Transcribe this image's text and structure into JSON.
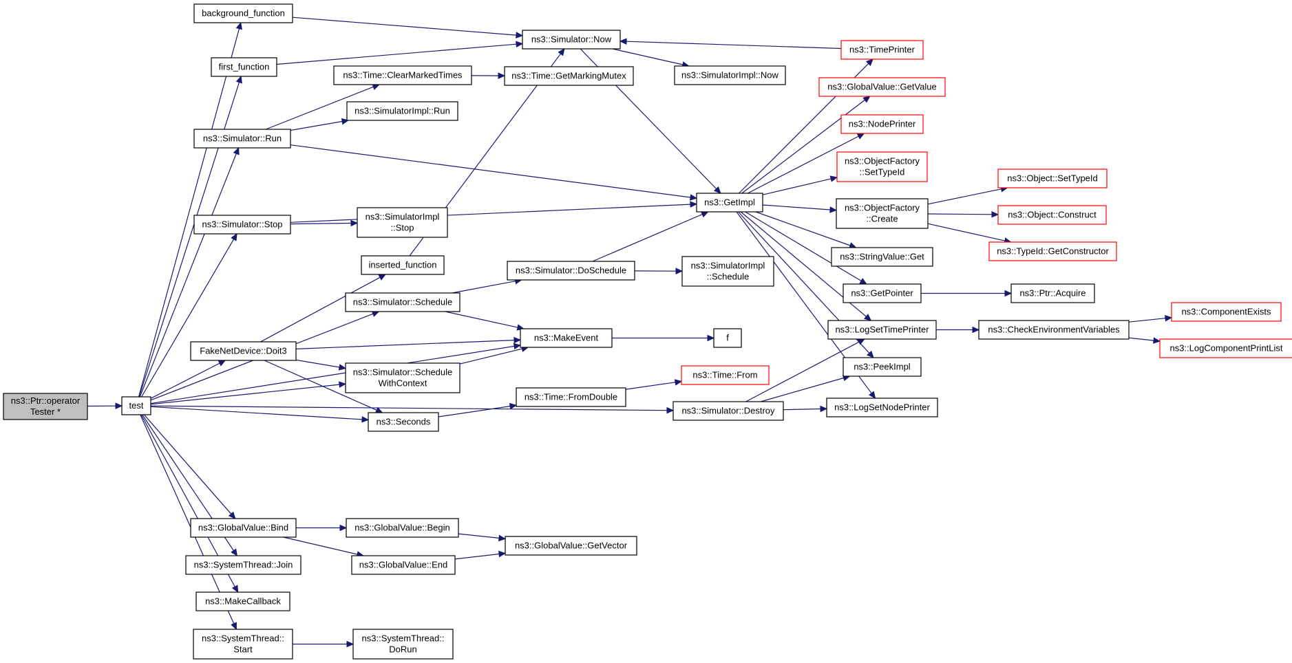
{
  "graph": {
    "nodes": [
      {
        "id": "root",
        "lines": [
          "ns3::Ptr::operator",
          "Tester *"
        ],
        "root": true
      },
      {
        "id": "test",
        "lines": [
          "test"
        ]
      },
      {
        "id": "background_function",
        "lines": [
          "background_function"
        ]
      },
      {
        "id": "first_function",
        "lines": [
          "first_function"
        ]
      },
      {
        "id": "sim_run",
        "lines": [
          "ns3::Simulator::Run"
        ]
      },
      {
        "id": "sim_stop",
        "lines": [
          "ns3::Simulator::Stop"
        ]
      },
      {
        "id": "inserted_function",
        "lines": [
          "inserted_function"
        ]
      },
      {
        "id": "sim_schedule",
        "lines": [
          "ns3::Simulator::Schedule"
        ]
      },
      {
        "id": "fake_doit3",
        "lines": [
          "FakeNetDevice::Doit3"
        ]
      },
      {
        "id": "sched_ctx",
        "lines": [
          "ns3::Simulator::Schedule",
          "WithContext"
        ]
      },
      {
        "id": "seconds",
        "lines": [
          "ns3::Seconds"
        ]
      },
      {
        "id": "gv_bind",
        "lines": [
          "ns3::GlobalValue::Bind"
        ]
      },
      {
        "id": "st_join",
        "lines": [
          "ns3::SystemThread::Join"
        ]
      },
      {
        "id": "make_callback",
        "lines": [
          "ns3::MakeCallback"
        ]
      },
      {
        "id": "st_start",
        "lines": [
          "ns3::SystemThread::",
          "Start"
        ]
      },
      {
        "id": "sim_now",
        "lines": [
          "ns3::Simulator::Now"
        ]
      },
      {
        "id": "clear_marked",
        "lines": [
          "ns3::Time::ClearMarkedTimes"
        ]
      },
      {
        "id": "simimpl_run",
        "lines": [
          "ns3::SimulatorImpl::Run"
        ]
      },
      {
        "id": "simimpl_stop",
        "lines": [
          "ns3::SimulatorImpl",
          "::Stop"
        ]
      },
      {
        "id": "get_marking_mutex",
        "lines": [
          "ns3::Time::GetMarkingMutex"
        ]
      },
      {
        "id": "simimpl_now",
        "lines": [
          "ns3::SimulatorImpl::Now"
        ]
      },
      {
        "id": "do_schedule",
        "lines": [
          "ns3::Simulator::DoSchedule"
        ]
      },
      {
        "id": "simimpl_schedule",
        "lines": [
          "ns3::SimulatorImpl",
          "::Schedule"
        ]
      },
      {
        "id": "make_event",
        "lines": [
          "ns3::MakeEvent"
        ]
      },
      {
        "id": "f",
        "lines": [
          "f"
        ]
      },
      {
        "id": "time_from",
        "lines": [
          "ns3::Time::From"
        ],
        "truncated": true
      },
      {
        "id": "time_fromdouble",
        "lines": [
          "ns3::Time::FromDouble"
        ]
      },
      {
        "id": "sim_destroy",
        "lines": [
          "ns3::Simulator::Destroy"
        ]
      },
      {
        "id": "gv_begin",
        "lines": [
          "ns3::GlobalValue::Begin"
        ]
      },
      {
        "id": "gv_end",
        "lines": [
          "ns3::GlobalValue::End"
        ]
      },
      {
        "id": "gv_getvector",
        "lines": [
          "ns3::GlobalValue::GetVector"
        ]
      },
      {
        "id": "st_dorun",
        "lines": [
          "ns3::SystemThread::",
          "DoRun"
        ]
      },
      {
        "id": "get_impl",
        "lines": [
          "ns3::GetImpl"
        ]
      },
      {
        "id": "time_printer",
        "lines": [
          "ns3::TimePrinter"
        ],
        "truncated": true
      },
      {
        "id": "gv_getvalue",
        "lines": [
          "ns3::GlobalValue::GetValue"
        ],
        "truncated": true
      },
      {
        "id": "node_printer",
        "lines": [
          "ns3::NodePrinter"
        ],
        "truncated": true
      },
      {
        "id": "of_settypeid",
        "lines": [
          "ns3::ObjectFactory",
          "::SetTypeId"
        ],
        "truncated": true
      },
      {
        "id": "of_create",
        "lines": [
          "ns3::ObjectFactory",
          "::Create"
        ]
      },
      {
        "id": "stringvalue_get",
        "lines": [
          "ns3::StringValue::Get"
        ]
      },
      {
        "id": "get_pointer",
        "lines": [
          "ns3::GetPointer"
        ]
      },
      {
        "id": "log_set_time_printer",
        "lines": [
          "ns3::LogSetTimePrinter"
        ]
      },
      {
        "id": "peek_impl",
        "lines": [
          "ns3::PeekImpl"
        ]
      },
      {
        "id": "log_set_node_printer",
        "lines": [
          "ns3::LogSetNodePrinter"
        ]
      },
      {
        "id": "obj_settypeid",
        "lines": [
          "ns3::Object::SetTypeId"
        ],
        "truncated": true
      },
      {
        "id": "obj_construct",
        "lines": [
          "ns3::Object::Construct"
        ],
        "truncated": true
      },
      {
        "id": "typeid_getctor",
        "lines": [
          "ns3::TypeId::GetConstructor"
        ],
        "truncated": true
      },
      {
        "id": "ptr_acquire",
        "lines": [
          "ns3::Ptr::Acquire"
        ]
      },
      {
        "id": "check_env",
        "lines": [
          "ns3::CheckEnvironmentVariables"
        ]
      },
      {
        "id": "comp_exists",
        "lines": [
          "ns3::ComponentExists"
        ],
        "truncated": true
      },
      {
        "id": "log_comp_print",
        "lines": [
          "ns3::LogComponentPrintList"
        ],
        "truncated": true
      }
    ],
    "edges": [
      [
        "root",
        "test"
      ],
      [
        "test",
        "background_function"
      ],
      [
        "test",
        "first_function"
      ],
      [
        "test",
        "sim_run"
      ],
      [
        "test",
        "sim_stop"
      ],
      [
        "test",
        "sim_schedule"
      ],
      [
        "test",
        "fake_doit3"
      ],
      [
        "test",
        "sched_ctx"
      ],
      [
        "test",
        "seconds"
      ],
      [
        "test",
        "make_event"
      ],
      [
        "test",
        "sim_destroy"
      ],
      [
        "test",
        "gv_bind"
      ],
      [
        "test",
        "st_join"
      ],
      [
        "test",
        "make_callback"
      ],
      [
        "test",
        "st_start"
      ],
      [
        "background_function",
        "sim_now"
      ],
      [
        "first_function",
        "sim_now"
      ],
      [
        "sim_run",
        "clear_marked"
      ],
      [
        "sim_run",
        "simimpl_run"
      ],
      [
        "sim_run",
        "get_impl"
      ],
      [
        "sim_stop",
        "simimpl_stop"
      ],
      [
        "sim_stop",
        "get_impl"
      ],
      [
        "inserted_function",
        "sim_now"
      ],
      [
        "sim_schedule",
        "do_schedule"
      ],
      [
        "sim_schedule",
        "make_event"
      ],
      [
        "fake_doit3",
        "inserted_function"
      ],
      [
        "fake_doit3",
        "make_event"
      ],
      [
        "fake_doit3",
        "sched_ctx"
      ],
      [
        "fake_doit3",
        "seconds"
      ],
      [
        "sched_ctx",
        "make_event"
      ],
      [
        "seconds",
        "time_fromdouble"
      ],
      [
        "gv_bind",
        "gv_begin"
      ],
      [
        "gv_bind",
        "gv_end"
      ],
      [
        "st_start",
        "st_dorun"
      ],
      [
        "sim_now",
        "simimpl_now"
      ],
      [
        "sim_now",
        "get_impl"
      ],
      [
        "clear_marked",
        "get_marking_mutex"
      ],
      [
        "do_schedule",
        "simimpl_schedule"
      ],
      [
        "do_schedule",
        "get_impl"
      ],
      [
        "make_event",
        "f"
      ],
      [
        "time_fromdouble",
        "time_from"
      ],
      [
        "sim_destroy",
        "log_set_time_printer"
      ],
      [
        "sim_destroy",
        "peek_impl"
      ],
      [
        "sim_destroy",
        "log_set_node_printer"
      ],
      [
        "gv_begin",
        "gv_getvector"
      ],
      [
        "gv_end",
        "gv_getvector"
      ],
      [
        "get_impl",
        "time_printer"
      ],
      [
        "get_impl",
        "gv_getvalue"
      ],
      [
        "get_impl",
        "node_printer"
      ],
      [
        "get_impl",
        "of_settypeid"
      ],
      [
        "get_impl",
        "of_create"
      ],
      [
        "get_impl",
        "stringvalue_get"
      ],
      [
        "get_impl",
        "get_pointer"
      ],
      [
        "get_impl",
        "log_set_time_printer"
      ],
      [
        "get_impl",
        "peek_impl"
      ],
      [
        "get_impl",
        "log_set_node_printer"
      ],
      [
        "time_printer",
        "sim_now"
      ],
      [
        "of_create",
        "obj_settypeid"
      ],
      [
        "of_create",
        "obj_construct"
      ],
      [
        "of_create",
        "typeid_getctor"
      ],
      [
        "get_pointer",
        "ptr_acquire"
      ],
      [
        "log_set_time_printer",
        "check_env"
      ],
      [
        "check_env",
        "comp_exists"
      ],
      [
        "check_env",
        "log_comp_print"
      ]
    ],
    "colors": {
      "edge": "#191970",
      "node_border": "#000000",
      "truncated_border": "#ff0000",
      "root_fill": "#bfbfbf"
    }
  }
}
